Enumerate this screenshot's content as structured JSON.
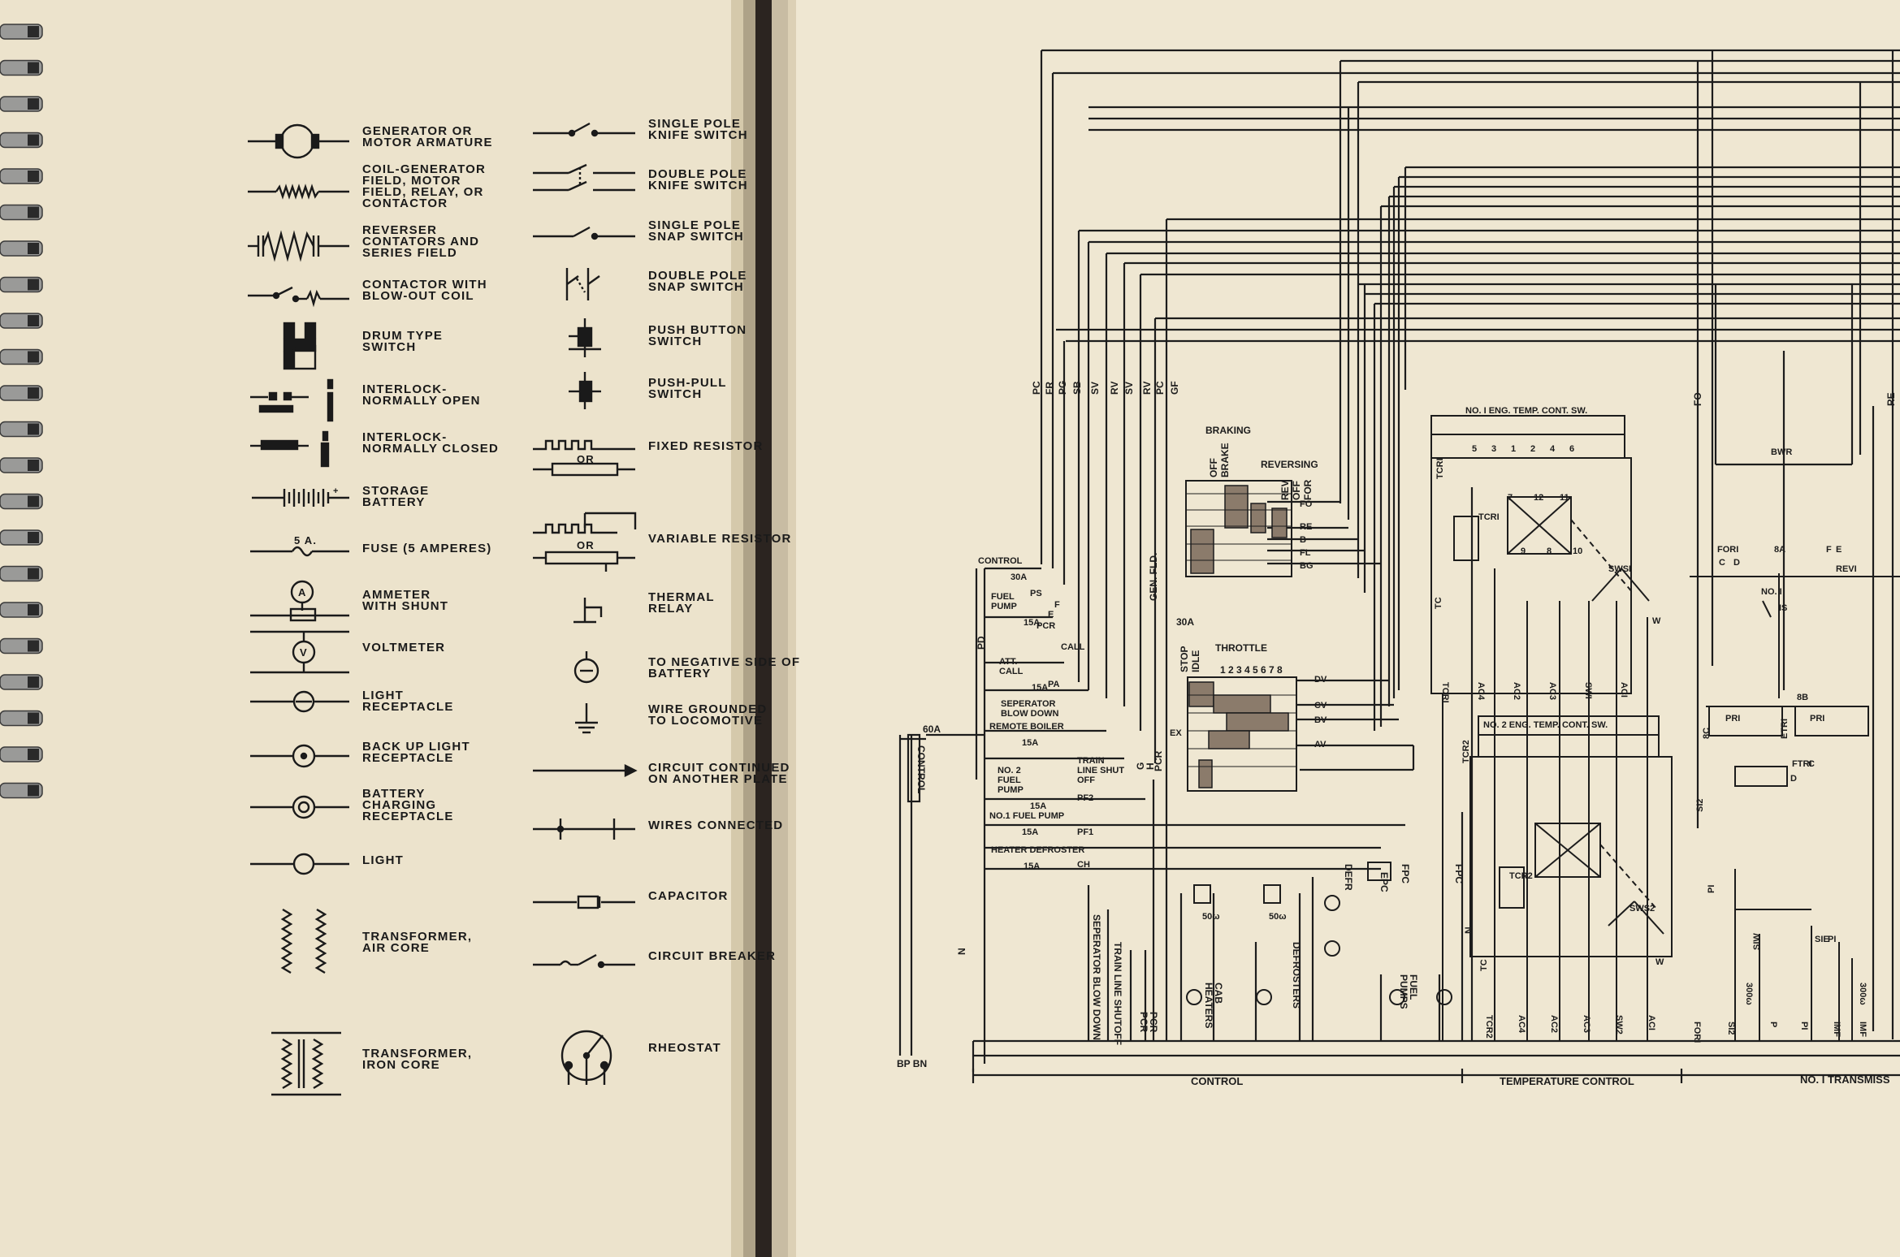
{
  "legend": {
    "left_column": [
      {
        "icon": "generator-armature-symbol",
        "label": "GENERATOR OR\nMOTOR ARMATURE"
      },
      {
        "icon": "coil-symbol",
        "label": "COIL-GENERATOR\nFIELD, MOTOR\nFIELD, RELAY, OR\nCONTACTOR"
      },
      {
        "icon": "reverser-contactor-symbol",
        "label": "REVERSER\nCONTATORS AND\nSERIES FIELD"
      },
      {
        "icon": "contactor-blowout-symbol",
        "label": "CONTACTOR WITH\nBLOW-OUT COIL"
      },
      {
        "icon": "drum-switch-symbol",
        "label": "DRUM TYPE\nSWITCH"
      },
      {
        "icon": "interlock-open-symbol",
        "label": "INTERLOCK-\nNORMALLY OPEN"
      },
      {
        "icon": "interlock-closed-symbol",
        "label": "INTERLOCK-\nNORMALLY CLOSED"
      },
      {
        "icon": "battery-symbol",
        "label": "STORAGE\nBATTERY",
        "tag": "+"
      },
      {
        "icon": "fuse-symbol",
        "label": "FUSE (5 AMPERES)",
        "tag": "5 A."
      },
      {
        "icon": "ammeter-symbol",
        "label": "AMMETER\nWITH SHUNT",
        "tag": "A"
      },
      {
        "icon": "voltmeter-symbol",
        "label": "VOLTMETER",
        "tag": "V"
      },
      {
        "icon": "light-receptacle-symbol",
        "label": "LIGHT\nRECEPTACLE"
      },
      {
        "icon": "backup-light-symbol",
        "label": "BACK UP LIGHT\nRECEPTACLE"
      },
      {
        "icon": "battery-charging-symbol",
        "label": "BATTERY\nCHARGING\nRECEPTACLE"
      },
      {
        "icon": "light-symbol",
        "label": "LIGHT"
      },
      {
        "icon": "transformer-air-symbol",
        "label": "TRANSFORMER,\nAIR CORE"
      },
      {
        "icon": "transformer-iron-symbol",
        "label": "TRANSFORMER,\nIRON CORE"
      }
    ],
    "right_column": [
      {
        "icon": "single-pole-knife-symbol",
        "label": "SINGLE POLE\nKNIFE SWITCH"
      },
      {
        "icon": "double-pole-knife-symbol",
        "label": "DOUBLE POLE\nKNIFE SWITCH"
      },
      {
        "icon": "single-pole-snap-symbol",
        "label": "SINGLE POLE\nSNAP SWITCH"
      },
      {
        "icon": "double-pole-snap-symbol",
        "label": "DOUBLE POLE\nSNAP SWITCH"
      },
      {
        "icon": "push-button-symbol",
        "label": "PUSH BUTTON\nSWITCH"
      },
      {
        "icon": "push-pull-symbol",
        "label": "PUSH-PULL\nSWITCH"
      },
      {
        "icon": "fixed-resistor-symbol",
        "label": "FIXED RESISTOR",
        "tag": "OR"
      },
      {
        "icon": "variable-resistor-symbol",
        "label": "VARIABLE RESISTOR",
        "tag": "OR"
      },
      {
        "icon": "thermal-relay-symbol",
        "label": "THERMAL\nRELAY"
      },
      {
        "icon": "negative-battery-symbol",
        "label": "TO NEGATIVE SIDE OF\nBATTERY"
      },
      {
        "icon": "ground-symbol",
        "label": "WIRE GROUNDED\nTO LOCOMOTIVE"
      },
      {
        "icon": "circuit-continued-symbol",
        "label": "CIRCUIT CONTINUED\nON ANOTHER PLATE"
      },
      {
        "icon": "wires-connected-symbol",
        "label": "WIRES CONNECTED"
      },
      {
        "icon": "capacitor-symbol",
        "label": "CAPACITOR"
      },
      {
        "icon": "circuit-breaker-symbol",
        "label": "CIRCUIT BREAKER"
      },
      {
        "icon": "rheostat-symbol",
        "label": "RHEOSTAT"
      }
    ]
  },
  "schematic": {
    "wire_tags": [
      "PC",
      "FR",
      "PG",
      "SB",
      "SV",
      "RV",
      "SV",
      "RV",
      "PC",
      "GF"
    ],
    "right_wire_tags": [
      "FO",
      "RE"
    ],
    "sections": {
      "braking": "BRAKING",
      "reversing": "REVERSING",
      "throttle": "THROTTLE",
      "throttle_notches": "1 2 3 4 5 6 7 8",
      "eng1_temp": "NO. I ENG. TEMP. CONT. SW.",
      "eng2_temp": "NO. 2 ENG. TEMP. CONT. SW.",
      "bwr": "BWR"
    },
    "braking_positions": [
      "OFF",
      "BRAKE"
    ],
    "reversing_positions": [
      "REV",
      "OFF",
      "FOR"
    ],
    "drum_outputs": [
      "FO",
      "RE",
      "B",
      "FL",
      "BG"
    ],
    "throttle_outputs": [
      "DV",
      "CV",
      "BV",
      "AV"
    ],
    "throttle_side_labels": [
      "STOP",
      "IDLE",
      "EX"
    ],
    "breakers": [
      {
        "name": "CONTROL",
        "rating": "30A"
      },
      {
        "name": "FUEL\nPUMP",
        "rating": "15A"
      },
      {
        "name": "ATT.\nCALL",
        "rating": "15A"
      },
      {
        "name": "SEPERATOR\nBLOW DOWN",
        "rating": ""
      },
      {
        "name": "REMOTE BOILER",
        "rating": "15A"
      },
      {
        "name": "NO. 2\nFUEL\nPUMP",
        "rating": "15A"
      },
      {
        "name": "NO.1 FUEL PUMP",
        "rating": "15A"
      },
      {
        "name": "HEATER DEFROSTER",
        "rating": "15A"
      }
    ],
    "breaker_tags": [
      "PS",
      "F",
      "E",
      "PCR",
      "CALL",
      "PA",
      "TRAIN\nLINE SHUT\nOFF",
      "PF2",
      "PF1",
      "CH"
    ],
    "misc_labels": [
      "GEN. FLD.",
      "30A",
      "PCR",
      "G",
      "H",
      "60A",
      "CONTROL",
      "PD",
      "N",
      "N",
      "BP BN"
    ],
    "fuse_labels": [
      "FPC",
      "EPC",
      "FPC",
      "DEFR"
    ],
    "device_labels": [
      "SEPERATOR BLOW DOWN",
      "TRAIN LINE SHUTOFF",
      "PCR",
      "PCR",
      "CAB\nHEATERS",
      "DEFROSTERS",
      "FUEL\nPUMPS"
    ],
    "rheostat_labels": [
      "50ω",
      "50ω"
    ],
    "relay_labels": [
      "TCRI",
      "TCR2",
      "TCRI",
      "TCR2",
      "TC",
      "TC",
      "SWSI",
      "SWS2",
      "W",
      "W"
    ],
    "relay_pin_labels": [
      "5",
      "3",
      "1",
      "2",
      "4",
      "6",
      "7",
      "9",
      "12",
      "8",
      "11",
      "10"
    ],
    "coil_labels": [
      "TCRI",
      "AC4",
      "AC2",
      "AC3",
      "SWI",
      "ACI",
      "TCR2",
      "AC4",
      "AC2",
      "AC3",
      "SW2",
      "ACI"
    ],
    "right_labels": [
      "FORI",
      "C",
      "D",
      "8A",
      "F",
      "E",
      "REVI",
      "NO. I",
      "IS",
      "8B",
      "8C",
      "PRI",
      "ETRI",
      "PRI",
      "FTRI",
      "C",
      "D",
      "SI2",
      "PI",
      "SIW",
      "SIE",
      "PI",
      "300ω",
      "300ω",
      "FORI",
      "SI2",
      "P",
      "PI",
      "IMF",
      "IMF"
    ],
    "bottom_labels": [
      "CONTROL",
      "TEMPERATURE CONTROL",
      "NO. I TRANSMISS"
    ]
  }
}
